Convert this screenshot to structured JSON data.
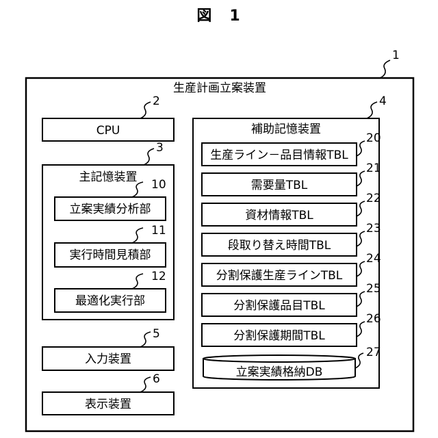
{
  "figure_title": "図　1",
  "apparatus": {
    "label": "生産計画立案装置",
    "ref": "1"
  },
  "cpu": {
    "label": "CPU",
    "ref": "2"
  },
  "main_memory": {
    "label": "主記憶装置",
    "ref": "3",
    "units": [
      {
        "label": "立案実績分析部",
        "ref": "10"
      },
      {
        "label": "実行時間見積部",
        "ref": "11"
      },
      {
        "label": "最適化実行部",
        "ref": "12"
      }
    ]
  },
  "aux_storage": {
    "label": "補助記憶装置",
    "ref": "4",
    "tables": [
      {
        "label": "生産ライン－品目情報TBL",
        "ref": "20"
      },
      {
        "label": "需要量TBL",
        "ref": "21"
      },
      {
        "label": "資材情報TBL",
        "ref": "22"
      },
      {
        "label": "段取り替え時間TBL",
        "ref": "23"
      },
      {
        "label": "分割保護生産ラインTBL",
        "ref": "24"
      },
      {
        "label": "分割保護品目TBL",
        "ref": "25"
      },
      {
        "label": "分割保護期間TBL",
        "ref": "26"
      }
    ],
    "database": {
      "label": "立案実績格納DB",
      "ref": "27"
    }
  },
  "input_device": {
    "label": "入力装置",
    "ref": "5"
  },
  "display_device": {
    "label": "表示装置",
    "ref": "6"
  }
}
